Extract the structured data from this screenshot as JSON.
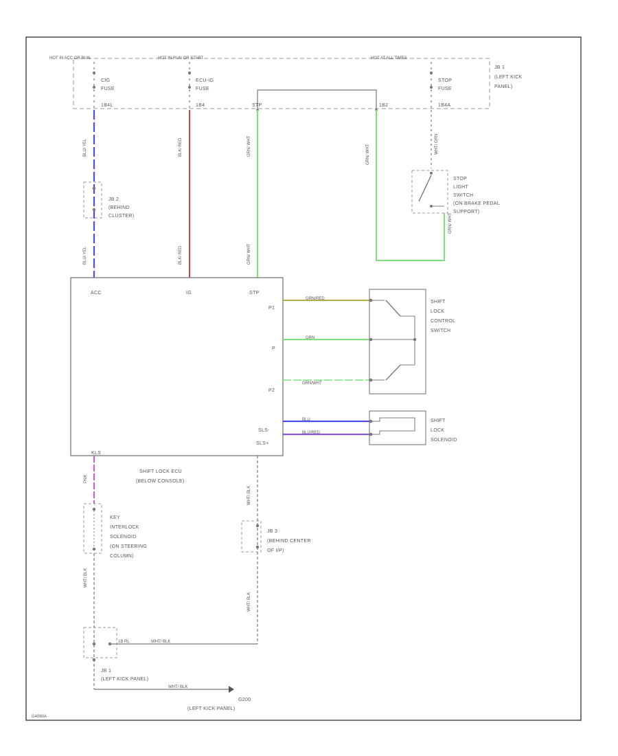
{
  "power_bar": {
    "hot_left": "HOT IN ACC OR RUN",
    "hot_mid": "HOT IN RUN OR START",
    "hot_right": "HOT AT ALL TIMES",
    "jb_label": [
      "JB 1",
      "(LEFT KICK",
      "PANEL)"
    ]
  },
  "fuses": [
    {
      "lines": [
        "CIG",
        "FUSE"
      ],
      "terminal": "1B4L"
    },
    {
      "lines": [
        "ECU-IG",
        "FUSE"
      ],
      "terminal": "1B4"
    },
    {
      "lines": [
        "STOP",
        "FUSE"
      ],
      "terminal": "1B4A"
    }
  ],
  "terminal_mid": "1B2",
  "terminal_stp": "STP",
  "wire_labels": {
    "blu_top": "BLU/ YEL",
    "blk_top": "BLK/ RED",
    "grn_top": "GRN/ WHT",
    "grn_right": "GRN/ WHT",
    "blu_bot": "BLU/ YEL",
    "blk_bot": "BLK/ RED",
    "grn_bot": "GRN/ WHT",
    "stop_sw_top": "WHT/ GRN",
    "stop_sw_bot": "GRN/ WHT",
    "key_top": "PNK",
    "key_mid": "WHT/ BLK",
    "jb3_top": "WHT/ BLK",
    "jb3_bot": "WHT/ BLK",
    "p1": "GRN/RED",
    "p": "GRN",
    "p2": "GRN/WHT",
    "sls_minus": "BLU",
    "sls_plus": "BLU/RED",
    "bottom_run": "WHT/ BLK",
    "ground_run": "WHT/ BLK"
  },
  "jb2_label": [
    "JB 2",
    "(BEHIND",
    "CLUSTER)"
  ],
  "stop_switch": [
    "STOP",
    "LIGHT",
    "SWITCH",
    "(ON BRAKE PEDAL",
    "SUPPORT)"
  ],
  "ecu": {
    "pin_acc": "ACC",
    "pin_ig": "IG",
    "pin_stp": "STP",
    "pin_p1": "P1",
    "pin_p": "P",
    "pin_p2": "P2",
    "pin_sls_minus": "SLS-",
    "pin_sls_plus": "SLS+",
    "pin_kls": "KLS",
    "label": [
      "SHIFT LOCK ECU",
      "(BELOW CONSOLE)"
    ]
  },
  "shift_lock_control_switch": [
    "SHIFT",
    "LOCK",
    "CONTROL",
    "SWITCH"
  ],
  "shift_lock_solenoid": [
    "SHIFT",
    "LOCK",
    "SOLENOID"
  ],
  "key_solenoid": [
    "KEY",
    "INTERLOCK",
    "SOLENOID",
    "(ON STEERING",
    "COLUMN)"
  ],
  "jb3_label": [
    "JB 3",
    "(BEHIND CENTER",
    "OF I/P)"
  ],
  "terminal_1b": "1B RL",
  "jb1_bottom": [
    "JB 1",
    "(LEFT KICK PANEL)"
  ],
  "ground": {
    "id": "G200",
    "location": "(LEFT KICK PANEL)"
  },
  "figure_id": "G4060A",
  "colors": {
    "blue": "#4a4de8",
    "red": "#c24848",
    "green": "#7ee07a",
    "olive": "#b3ad45",
    "magenta": "#d454d8",
    "purple": "#8a55d6",
    "line": "#666666"
  }
}
